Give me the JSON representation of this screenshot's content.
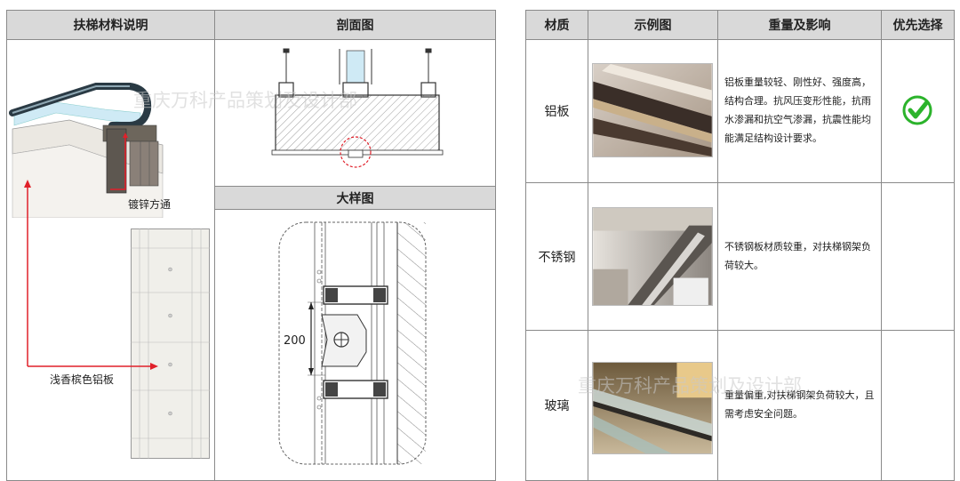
{
  "left_table": {
    "col1_header": "扶梯材料说明",
    "col2_header": "剖面图",
    "detail_header": "大样图",
    "callouts": {
      "galvanized_tube": "镀锌方通",
      "aluminum_panel": "浅香槟色铝板",
      "dimension_200": "200"
    }
  },
  "right_table": {
    "headers": [
      "材质",
      "示例图",
      "重量及影响",
      "优先选择"
    ],
    "rows": [
      {
        "material": "铝板",
        "description": "铝板重量较轻、刚性好、强度高，结构合理。抗风压变形性能，抗雨水渗漏和抗空气渗漏，抗震性能均能满足结构设计要求。",
        "preferred": true,
        "check_icon": "check-circle-icon",
        "check_color": "#2bb32b"
      },
      {
        "material": "不锈钢",
        "description": "不锈钢板材质较重，对扶梯钢架负荷较大。",
        "preferred": false
      },
      {
        "material": "玻璃",
        "description": "重量偏重,对扶梯钢架负荷较大，且需考虑安全问题。",
        "preferred": false
      }
    ]
  },
  "watermarks": [
    "重庆万科产品策划及设计部",
    "重庆万科产品策划及设计部"
  ],
  "colors": {
    "callout_red": "#e0202a",
    "header_gray": "#d9d9d9"
  }
}
